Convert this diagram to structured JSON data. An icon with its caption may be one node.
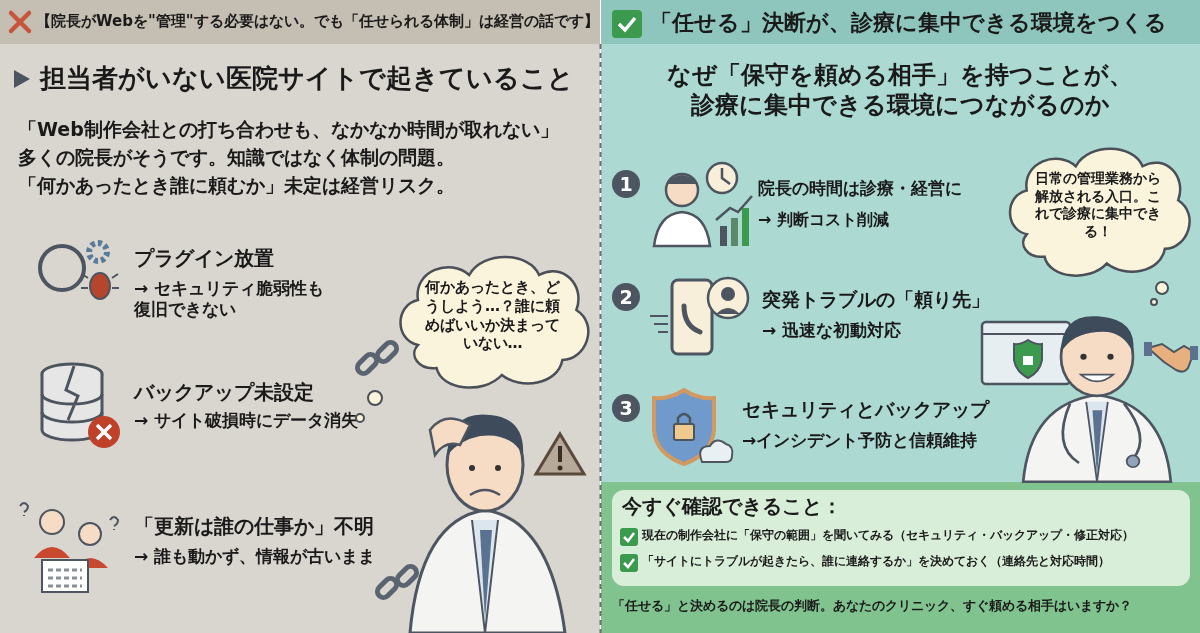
{
  "diagram": {
    "nodes": [
      {
        "text": [
          "何かあったとき、どうしよう…？誰に頼めばいいか決まっていない…"
        ]
      },
      {
        "text": [
          "日常の管理業務から解放される入口。これで診療に集中できる！"
        ]
      },
      {
        "text": [
          "今すぐ確認できること：",
          "現在の制作会社に「保守の範囲」を聞いてみる（セキュリティ・バックアップ・修正対応）",
          "「サイトにトラブルが起きたら、誰に連絡するか」を決めておく（連絡先と対応時間）"
        ]
      }
    ],
    "labels": [
      "【院長がWebを\"管理\"する必要はない。でも「任せられる体制」は経営の話です】",
      "担当者がいない医院サイトで起きていること",
      "「Web制作会社との打ち合わせも、なかなか時間が取れない」",
      "多くの院長がそうです。知識ではなく体制の問題。",
      "「何かあったとき誰に頼むか」未定は経営リスク。",
      "プラグイン放置",
      "→ セキュリティ脆弱性も復旧できない",
      "バックアップ未設定",
      "→ サイト破損時にデータ消失",
      "「更新は誰の仕事か」不明",
      "→ 誰も動かず、情報が古いまま",
      "「任せる」決断が、診療に集中できる環境をつくる",
      "なぜ「保守を頼める相手」を持つことが、診療に集中できる環境につながるのか",
      "1",
      "院長の時間は診療・経営に",
      "→ 判断コスト削減",
      "2",
      "突発トラブルの「頼り先」",
      "→ 迅速な初動対応",
      "3",
      "セキュリティとバックアップ",
      "→インシデント予防と信頼維持",
      "「任せる」と決めるのは院長の判断。あなたのクリニック、すぐ頼める相手はいますか？"
    ]
  }
}
